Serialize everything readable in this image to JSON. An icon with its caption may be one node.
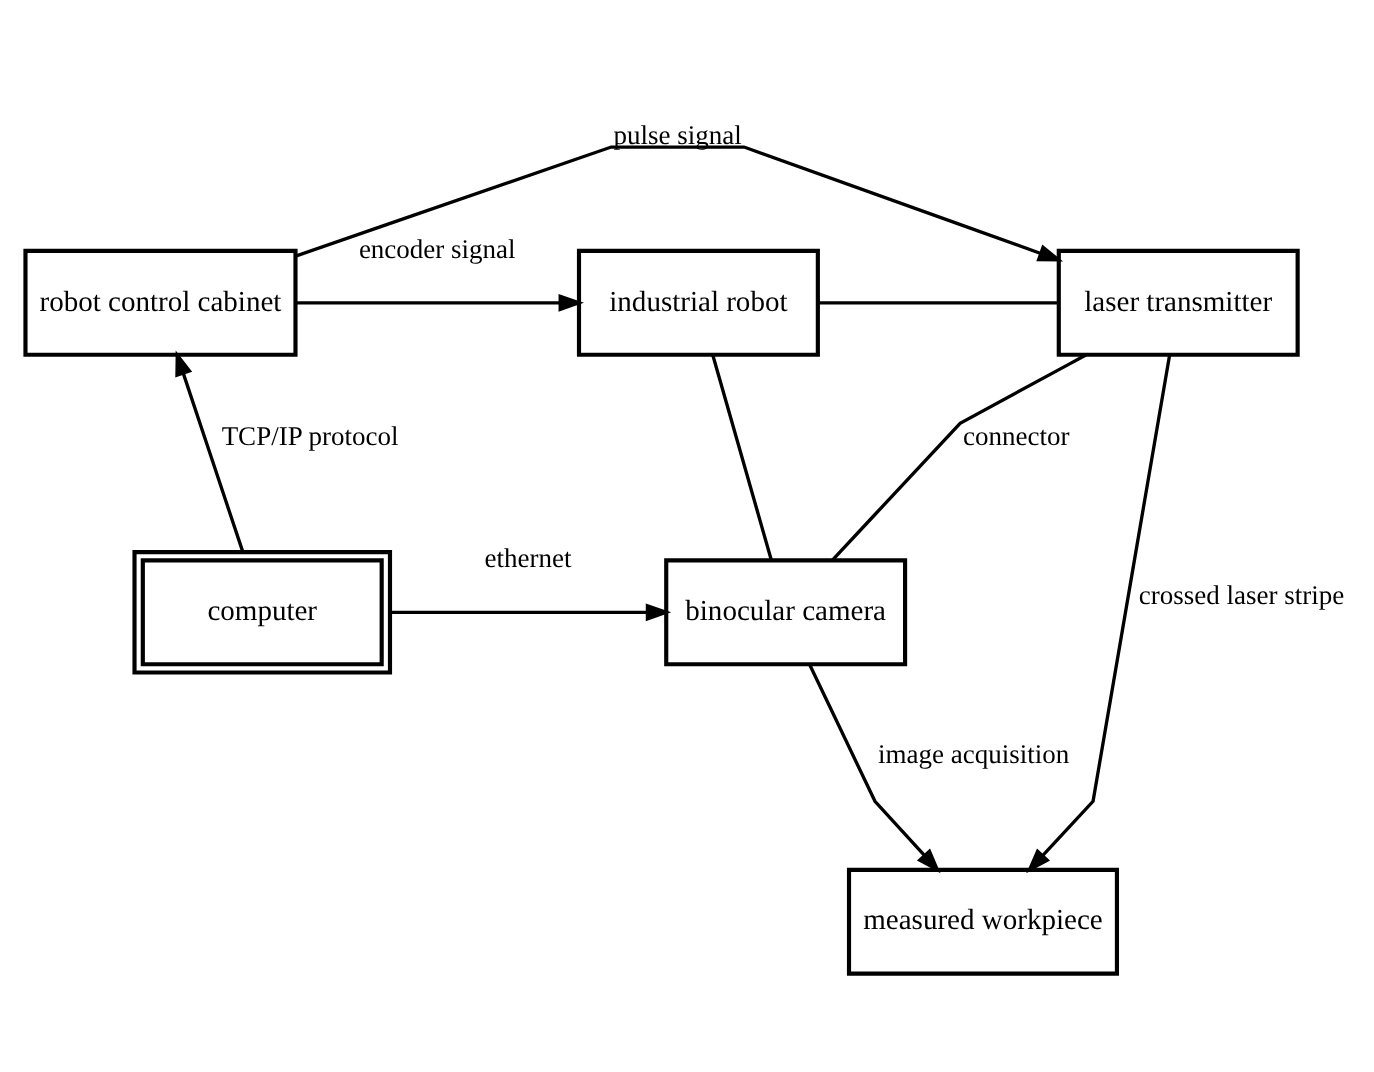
{
  "diagram": {
    "nodes": [
      {
        "text": [
          "robot control cabinet"
        ]
      },
      {
        "text": [
          "industrial robot"
        ]
      },
      {
        "text": [
          "laser transmitter"
        ]
      },
      {
        "text": [
          "computer"
        ]
      },
      {
        "text": [
          "binocular camera"
        ]
      },
      {
        "text": [
          "measured workpiece"
        ]
      }
    ],
    "edges": [
      {
        "from": 0,
        "to": 1,
        "arrow": "to",
        "label": "encoder signal"
      },
      {
        "from": 0,
        "to": 2,
        "arrow": "to",
        "label": "pulse signal"
      },
      {
        "from": 3,
        "to": 0,
        "arrow": "to",
        "label": "TCP/IP protocol"
      },
      {
        "from": 3,
        "to": 4,
        "arrow": "to",
        "label": "ethernet"
      },
      {
        "from": 1,
        "to": 4,
        "arrow": "none"
      },
      {
        "from": 1,
        "to": 2,
        "arrow": "none"
      },
      {
        "from": 4,
        "to": 2,
        "arrow": "none",
        "label": "connector"
      },
      {
        "from": 4,
        "to": 5,
        "arrow": "to",
        "label": "image acquisition"
      },
      {
        "from": 2,
        "to": 5,
        "arrow": "to",
        "label": "crossed laser stripe"
      }
    ]
  }
}
